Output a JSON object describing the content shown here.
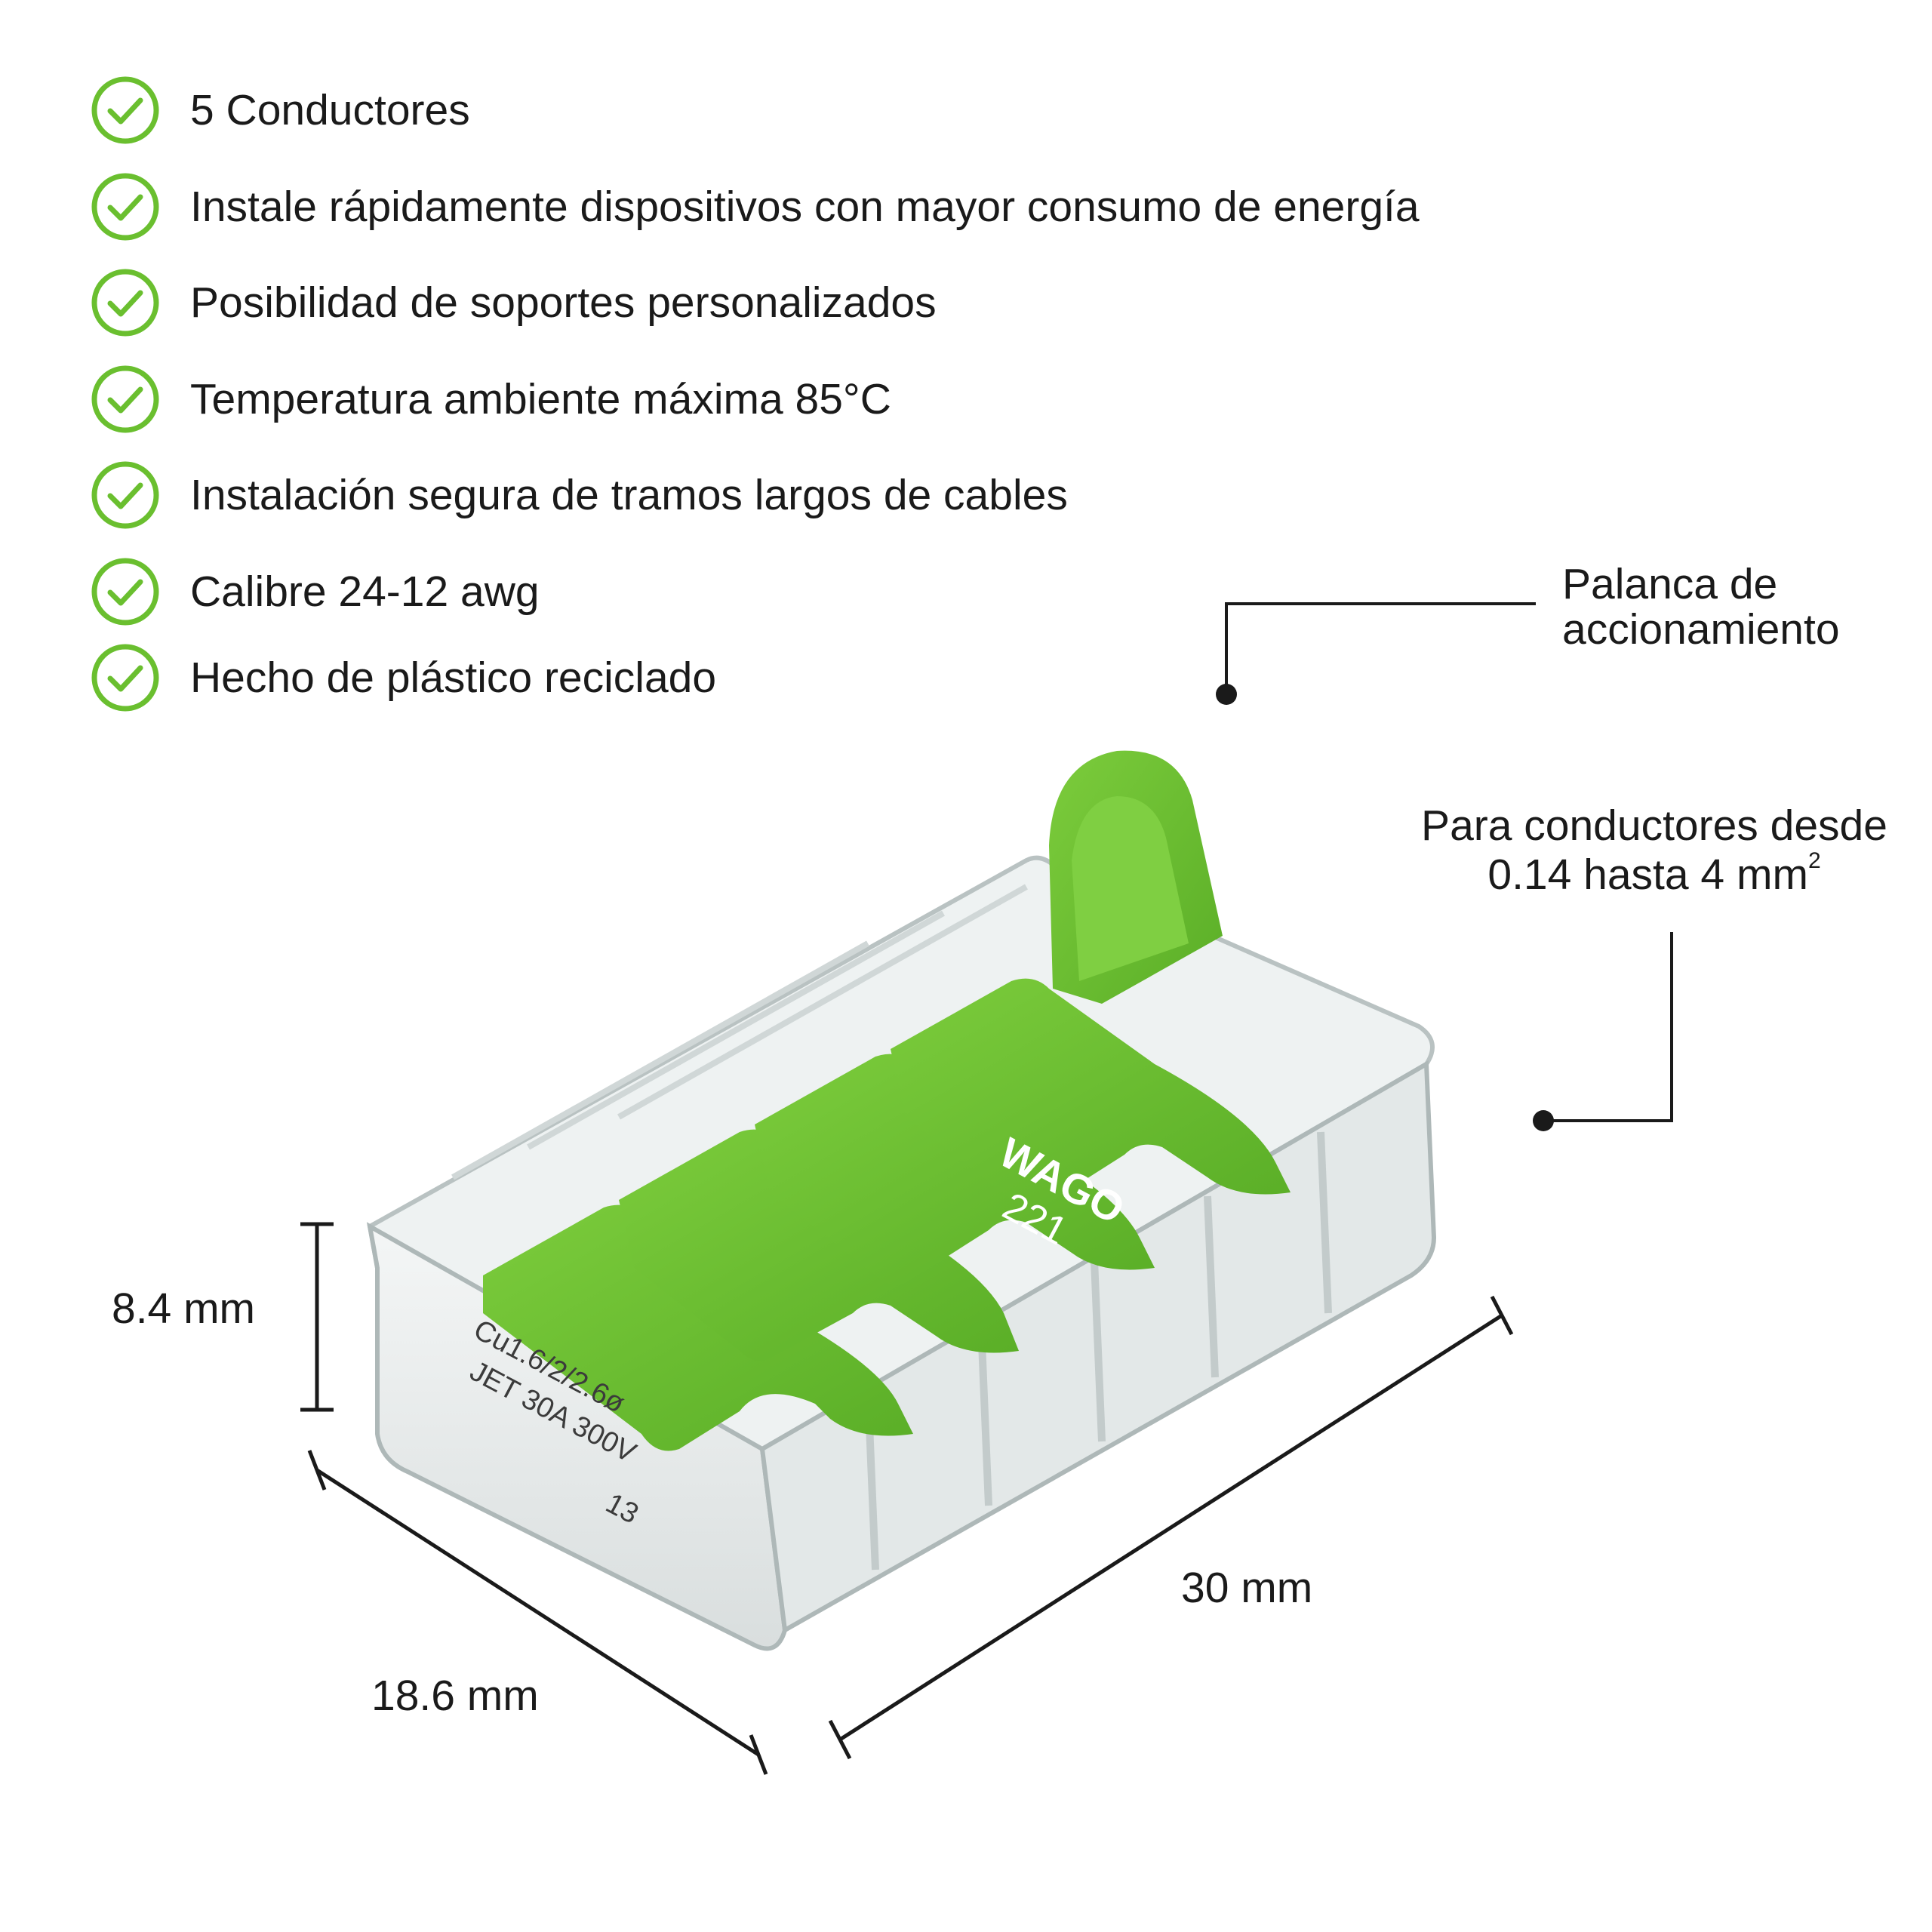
{
  "features": [
    {
      "text": "5 Conductores",
      "icon": "check-circle-icon"
    },
    {
      "text": "Instale rápidamente dispositivos con mayor consumo de energía",
      "icon": "check-circle-icon"
    },
    {
      "text": "Posibilidad de soportes personalizados",
      "icon": "check-circle-icon"
    },
    {
      "text": "Temperatura ambiente máxima 85°C",
      "icon": "check-circle-icon"
    },
    {
      "text": "Instalación segura de tramos largos de cables",
      "icon": "check-circle-icon"
    },
    {
      "text": "Calibre 24-12 awg",
      "icon": "check-circle-icon"
    },
    {
      "text": "Hecho de plástico reciclado",
      "icon": "check-circle-icon"
    }
  ],
  "callouts": {
    "lever_line1": "Palanca de",
    "lever_line2": "accionamiento",
    "conductor_line1": "Para conductores desde",
    "conductor_line2": "0.14 hasta 4 mm",
    "conductor_sup": "2"
  },
  "dimensions": {
    "height": "8.4 mm",
    "width": "18.6 mm",
    "length": "30 mm"
  },
  "product_markings": {
    "brand": "WAGO",
    "model": "221",
    "spec1": "Cu1.6/2/2.6ø",
    "spec2": "JET 30A 300V",
    "spec3": "13"
  },
  "colors": {
    "accent_green": "#6abf2f",
    "check_green": "#6abf2f",
    "text": "#1a1a1a"
  }
}
